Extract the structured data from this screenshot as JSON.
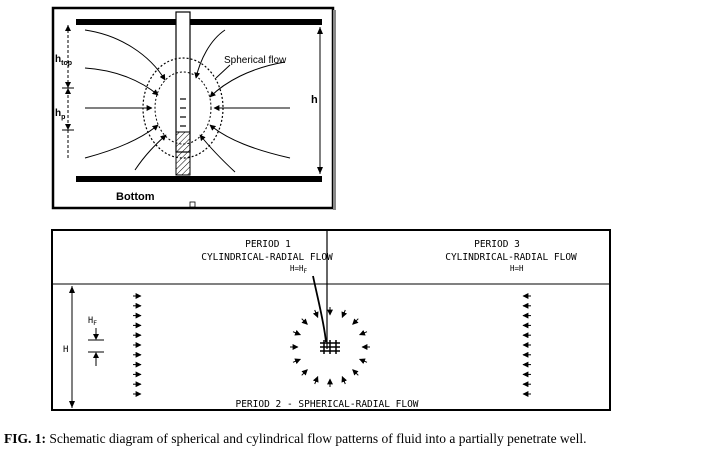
{
  "top_diagram": {
    "label_htop_main": "h",
    "label_htop_sub": "top",
    "label_hp_main": "h",
    "label_hp_sub": "p",
    "label_h": "h",
    "label_spherical": "Spherical flow",
    "label_bottom": "Bottom"
  },
  "bottom_diagram": {
    "period1_title": "PERIOD 1",
    "period1_sub": "CYLINDRICAL-RADIAL FLOW",
    "period1_eq": "H=H",
    "period1_eq_sub": "F",
    "period3_title": "PERIOD 3",
    "period3_sub": "CYLINDRICAL-RADIAL FLOW",
    "period3_eq": "H=H",
    "period2_label": "PERIOD 2 - SPHERICAL-RADIAL FLOW",
    "label_H": "H",
    "label_HF_main": "H",
    "label_HF_sub": "F"
  },
  "caption": {
    "prefix": "FIG. 1:",
    "text": " Schematic diagram of spherical and cylindrical flow patterns of fluid into a partially penetrate well."
  }
}
